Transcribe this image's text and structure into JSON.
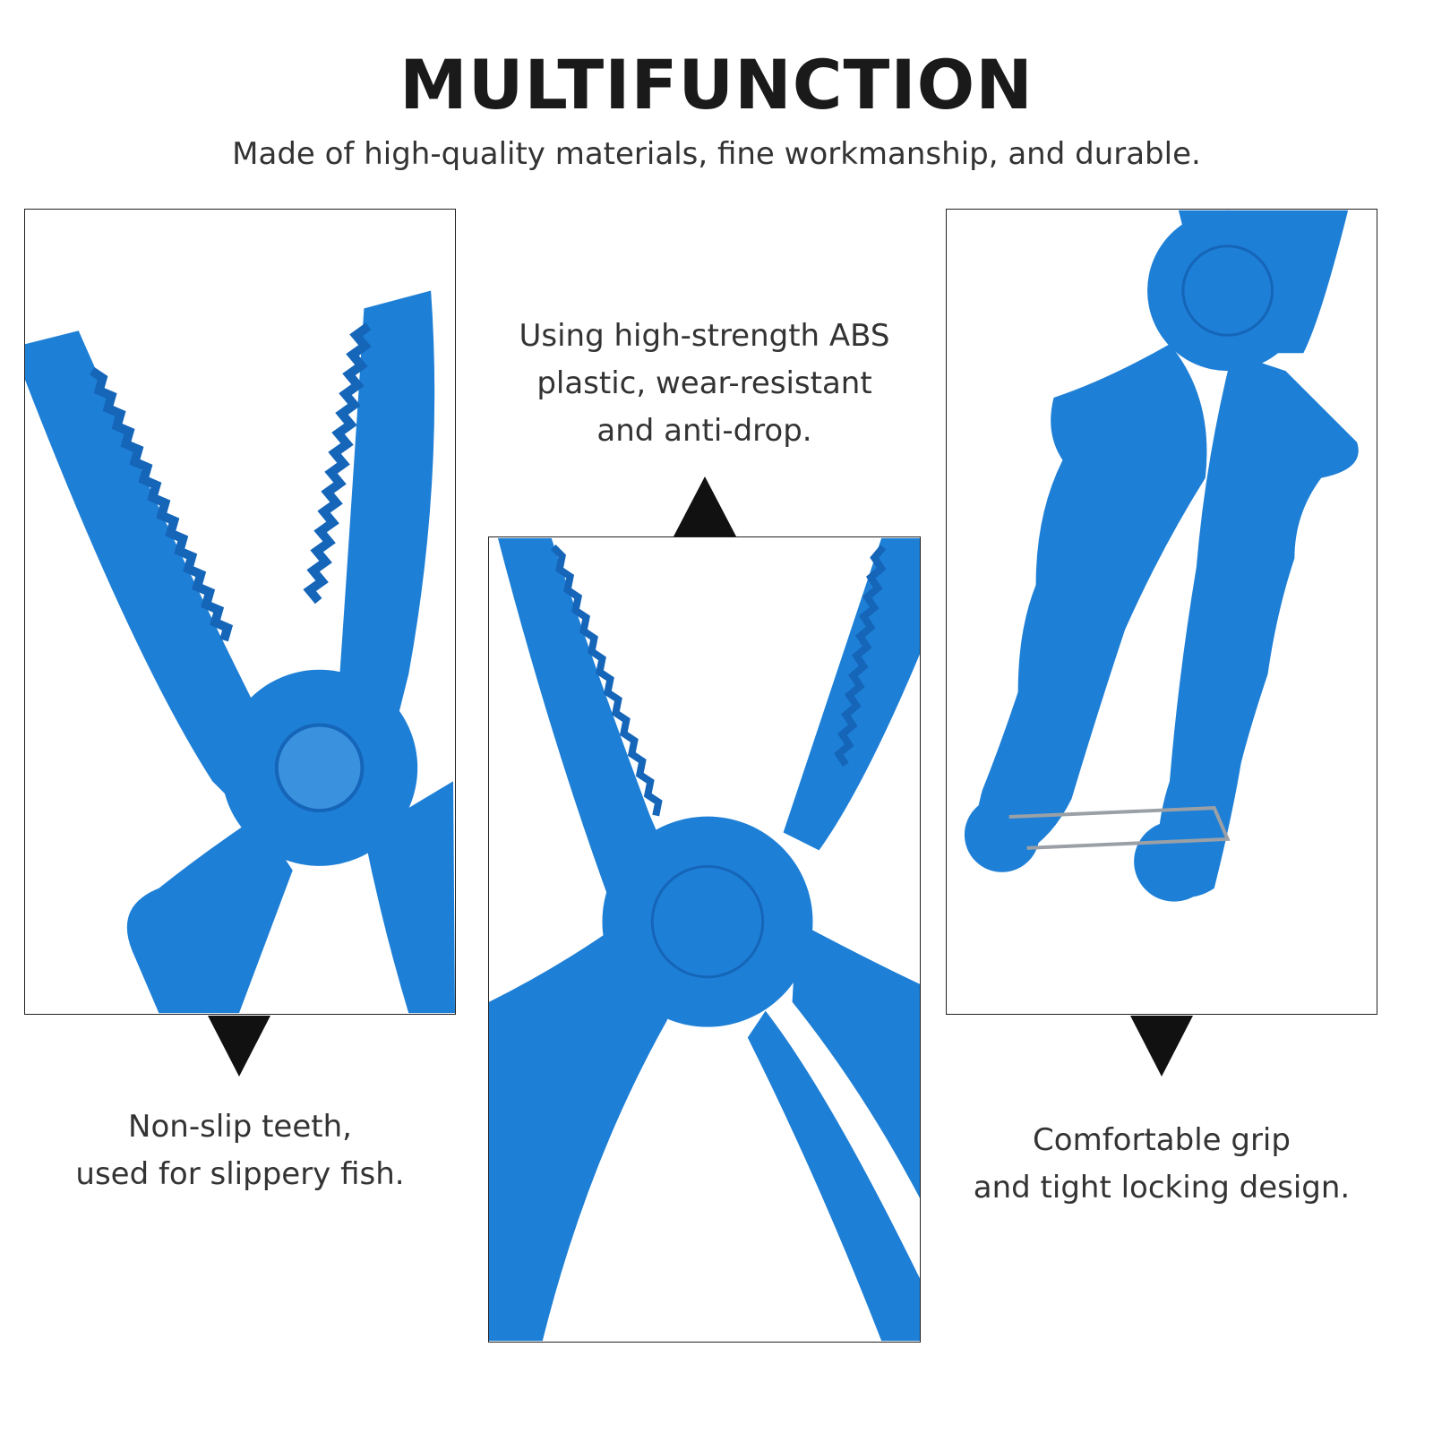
{
  "header": {
    "title": "MULTIFUNCTION",
    "subtitle": "Made of high-quality materials, fine workmanship, and durable."
  },
  "features": {
    "left": {
      "lines": [
        "Non-slip teeth,",
        "used for slippery fish."
      ]
    },
    "center": {
      "lines": [
        "Using high-strength ABS",
        "plastic, wear-resistant",
        "and anti-drop."
      ]
    },
    "right": {
      "lines": [
        "Comfortable grip",
        "and tight locking design."
      ]
    }
  },
  "colors": {
    "product_blue": "#1e7fd6",
    "product_blue_dark": "#1565b8",
    "arrow": "#111111"
  }
}
